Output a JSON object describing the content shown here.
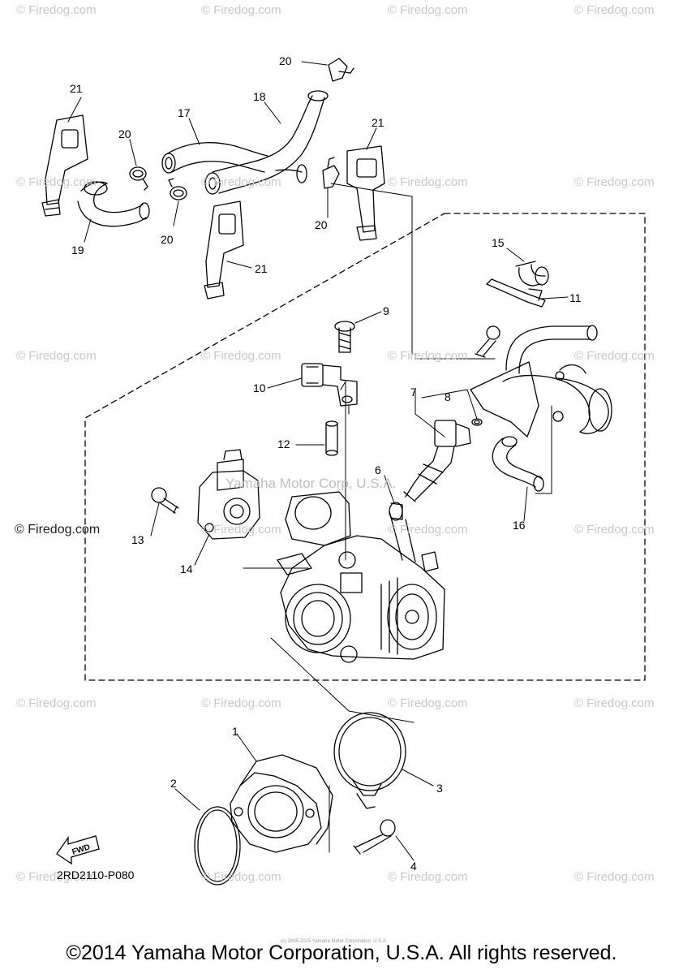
{
  "callouts": {
    "c1": "1",
    "c2": "2",
    "c3": "3",
    "c4": "4",
    "c6": "6",
    "c7": "7",
    "c8": "8",
    "c9": "9",
    "c10": "10",
    "c11": "11",
    "c12": "12",
    "c13": "13",
    "c14": "14",
    "c15": "15",
    "c16": "16",
    "c17": "17",
    "c18": "18",
    "c19": "19",
    "c20a": "20",
    "c20b": "20",
    "c20c": "20",
    "c20d": "20",
    "c21a": "21",
    "c21b": "21",
    "c21c": "21"
  },
  "fwd_label": "FWD",
  "diagram_code": "2RD2110-P080",
  "watermark": "© Firedog.com",
  "center_watermark": "Yamaha Motor Corp, U.S.A.",
  "footer": "©2014 Yamaha Motor Corporation, U.S.A. All rights reserved.",
  "tiny_notice": "(c) 2005-2015 Yamaha Motor Corporation, U.S.A."
}
